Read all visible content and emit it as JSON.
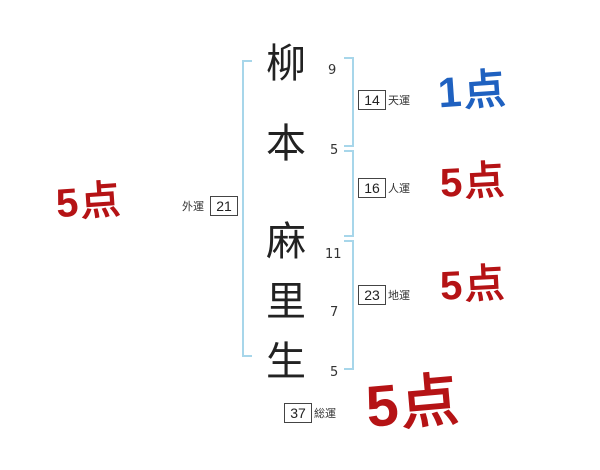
{
  "name": {
    "characters": [
      {
        "char": "柳",
        "strokes": "9"
      },
      {
        "char": "本",
        "strokes": "5"
      },
      {
        "char": "麻",
        "strokes": "11"
      },
      {
        "char": "里",
        "strokes": "7"
      },
      {
        "char": "生",
        "strokes": "5"
      }
    ]
  },
  "fortunes": {
    "tenun": {
      "label": "天運",
      "value": "14",
      "score": "1点"
    },
    "jinun": {
      "label": "人運",
      "value": "16",
      "score": "5点"
    },
    "chiun": {
      "label": "地運",
      "value": "23",
      "score": "5点"
    },
    "gaiun": {
      "label": "外運",
      "value": "21",
      "score": "5点"
    },
    "souun": {
      "label": "総運",
      "value": "37",
      "score": "5点"
    }
  },
  "colors": {
    "score_blue": "#1f61c0",
    "score_red": "#b51315",
    "bracket_blue": "#a7d6ea"
  }
}
